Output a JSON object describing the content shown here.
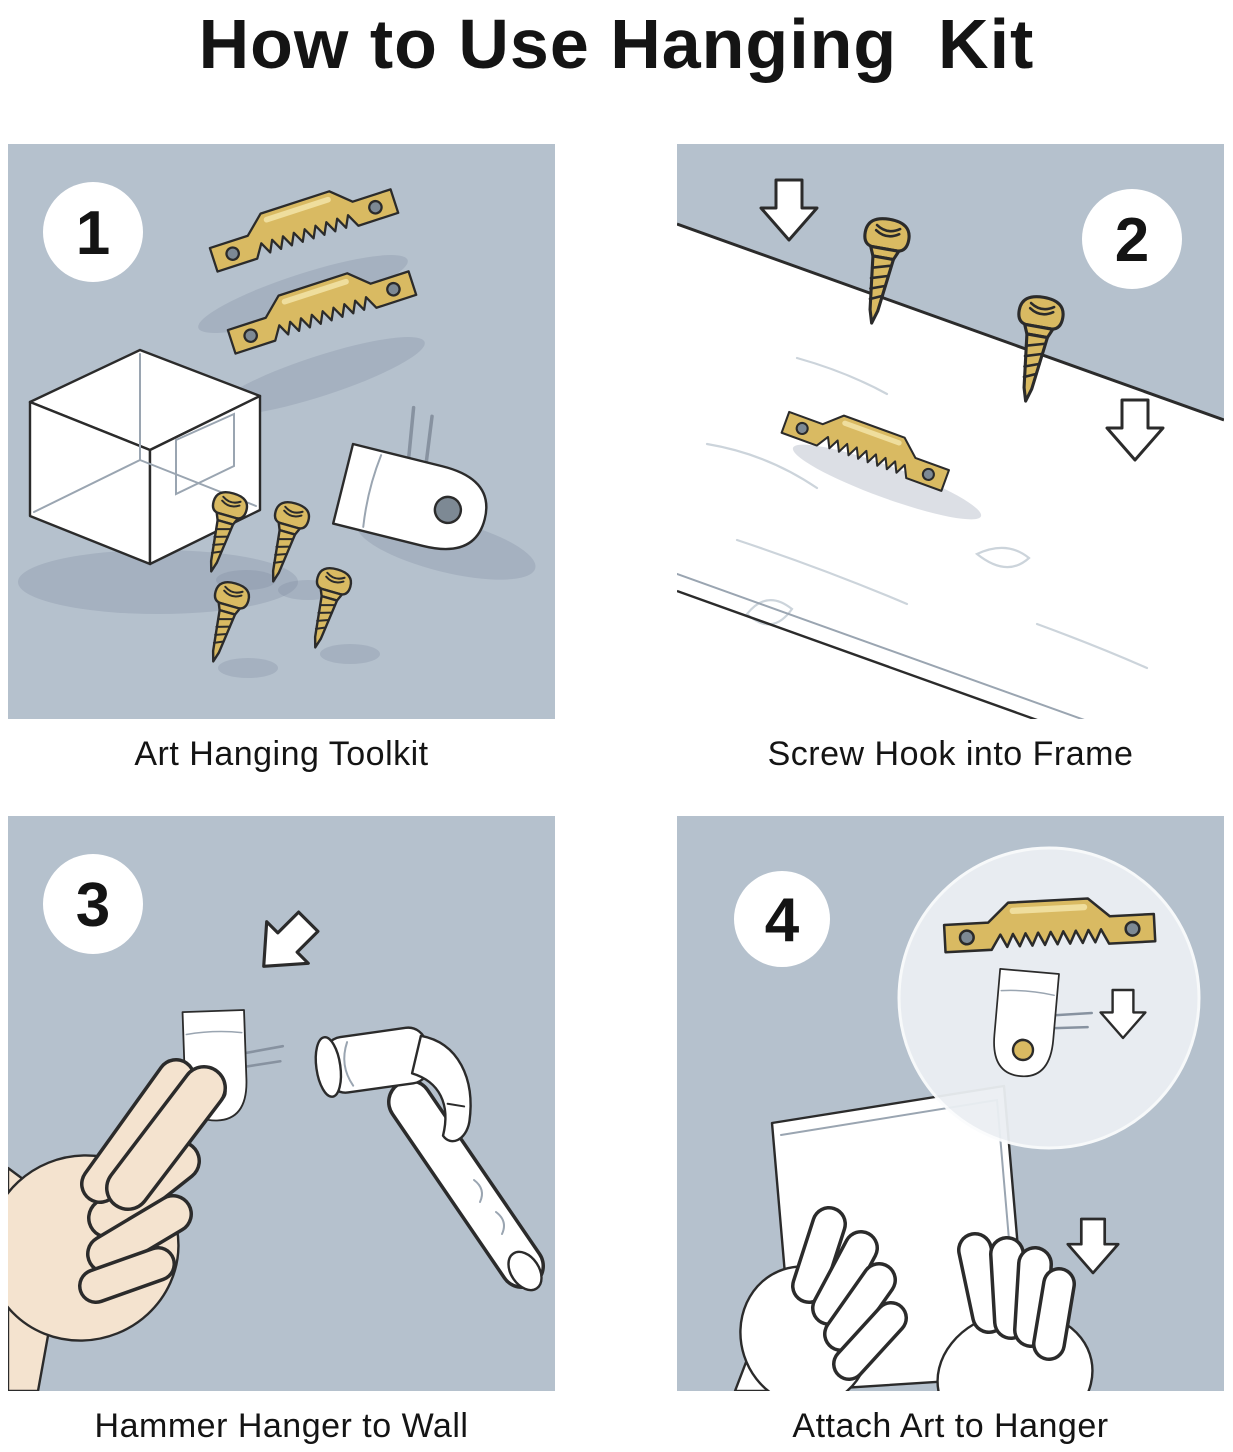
{
  "title": "How to Use Hanging  Kit",
  "steps": [
    {
      "number": "1",
      "caption": "Art Hanging Toolkit"
    },
    {
      "number": "2",
      "caption": "Screw Hook into Frame"
    },
    {
      "number": "3",
      "caption": "Hammer Hanger to Wall"
    },
    {
      "number": "4",
      "caption": "Attach Art to Hanger"
    }
  ],
  "colors": {
    "panel_background": "#b5c1cd",
    "brass": "#d9ba62",
    "outline": "#2b2b2b",
    "skin_tone": "#f4e3cf",
    "badge_background": "#ffffff"
  }
}
